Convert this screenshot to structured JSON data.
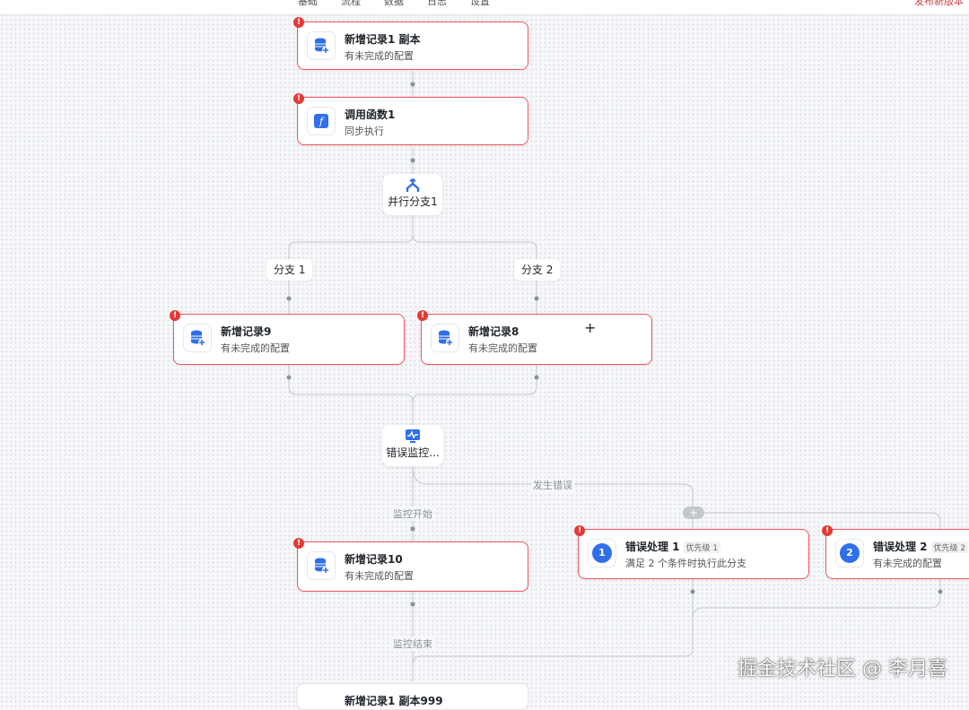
{
  "topbar": {
    "items": [
      "基础",
      "流程",
      "数据",
      "日志",
      "设置"
    ],
    "right_text": "发布新版本"
  },
  "nodes": {
    "add_copy": {
      "title": "新增记录1 副本",
      "sub": "有未完成的配置"
    },
    "call_func": {
      "title": "调用函数1",
      "sub": "同步执行"
    },
    "parallel": {
      "title": "并行分支1"
    },
    "branch1": {
      "label": "分支 1"
    },
    "branch2": {
      "label": "分支 2"
    },
    "add9": {
      "title": "新增记录9",
      "sub": "有未完成的配置"
    },
    "add8": {
      "title": "新增记录8",
      "sub": "有未完成的配置"
    },
    "monitor": {
      "title": "错误监控..."
    },
    "add10": {
      "title": "新增记录10",
      "sub": "有未完成的配置"
    },
    "err1": {
      "title": "错误处理 1",
      "prio": "优先级 1",
      "num": "1",
      "sub": "满足 2 个条件时执行此分支"
    },
    "err2": {
      "title": "错误处理 2",
      "prio": "优先级 2",
      "num": "2",
      "sub": "有未完成的配置"
    },
    "bottom": {
      "title": "新增记录1 副本999"
    }
  },
  "edge_labels": {
    "error_occurs": "发生错误",
    "monitor_start": "监控开始",
    "monitor_end": "监控结束"
  },
  "warning_mark": "!",
  "plus": "+",
  "cursor": "+",
  "watermark": "掘金技术社区 @ 李月喜",
  "colors": {
    "error_border": "#f0565e",
    "accent": "#2f6fed",
    "warning": "#e53935"
  }
}
